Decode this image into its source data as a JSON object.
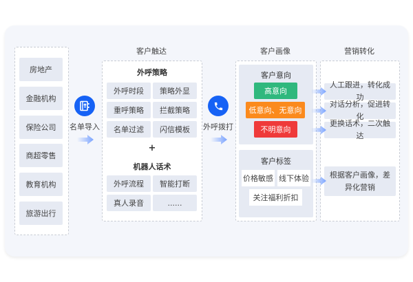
{
  "industries": [
    "房地产",
    "金融机构",
    "保险公司",
    "商超零售",
    "教育机构",
    "旅游出行"
  ],
  "step1": {
    "label": "名单导入",
    "icon": "contact-book-icon"
  },
  "reach": {
    "title": "客户触达",
    "strategy_title": "外呼策略",
    "strategies": [
      "外呼时段",
      "策略外显",
      "重呼策略",
      "拦截策略",
      "名单过滤",
      "闪信模板"
    ],
    "plus": "+",
    "script_title": "机器人话术",
    "scripts": [
      "外呼流程",
      "智能打断",
      "真人录音",
      "......"
    ]
  },
  "step2": {
    "label": "外呼拨打",
    "icon": "phone-icon"
  },
  "profile": {
    "title": "客户画像",
    "intent_title": "客户意向",
    "intents": [
      {
        "label": "高意向",
        "color": "#2fb87d"
      },
      {
        "label": "低意向、无意向",
        "color": "#fb8a1d"
      },
      {
        "label": "不明意向",
        "color": "#ef3a3a"
      }
    ],
    "tags_title": "客户标签",
    "tags": [
      "价格敏感",
      "线下体验",
      "关注福利折扣"
    ]
  },
  "conversion": {
    "title": "营销转化",
    "items": [
      "人工跟进，转化成功",
      "对话分析，促进转化",
      "更换话术，二次触达",
      "根据客户画像，差异化营销"
    ]
  },
  "colors": {
    "accent": "#1662f5"
  }
}
